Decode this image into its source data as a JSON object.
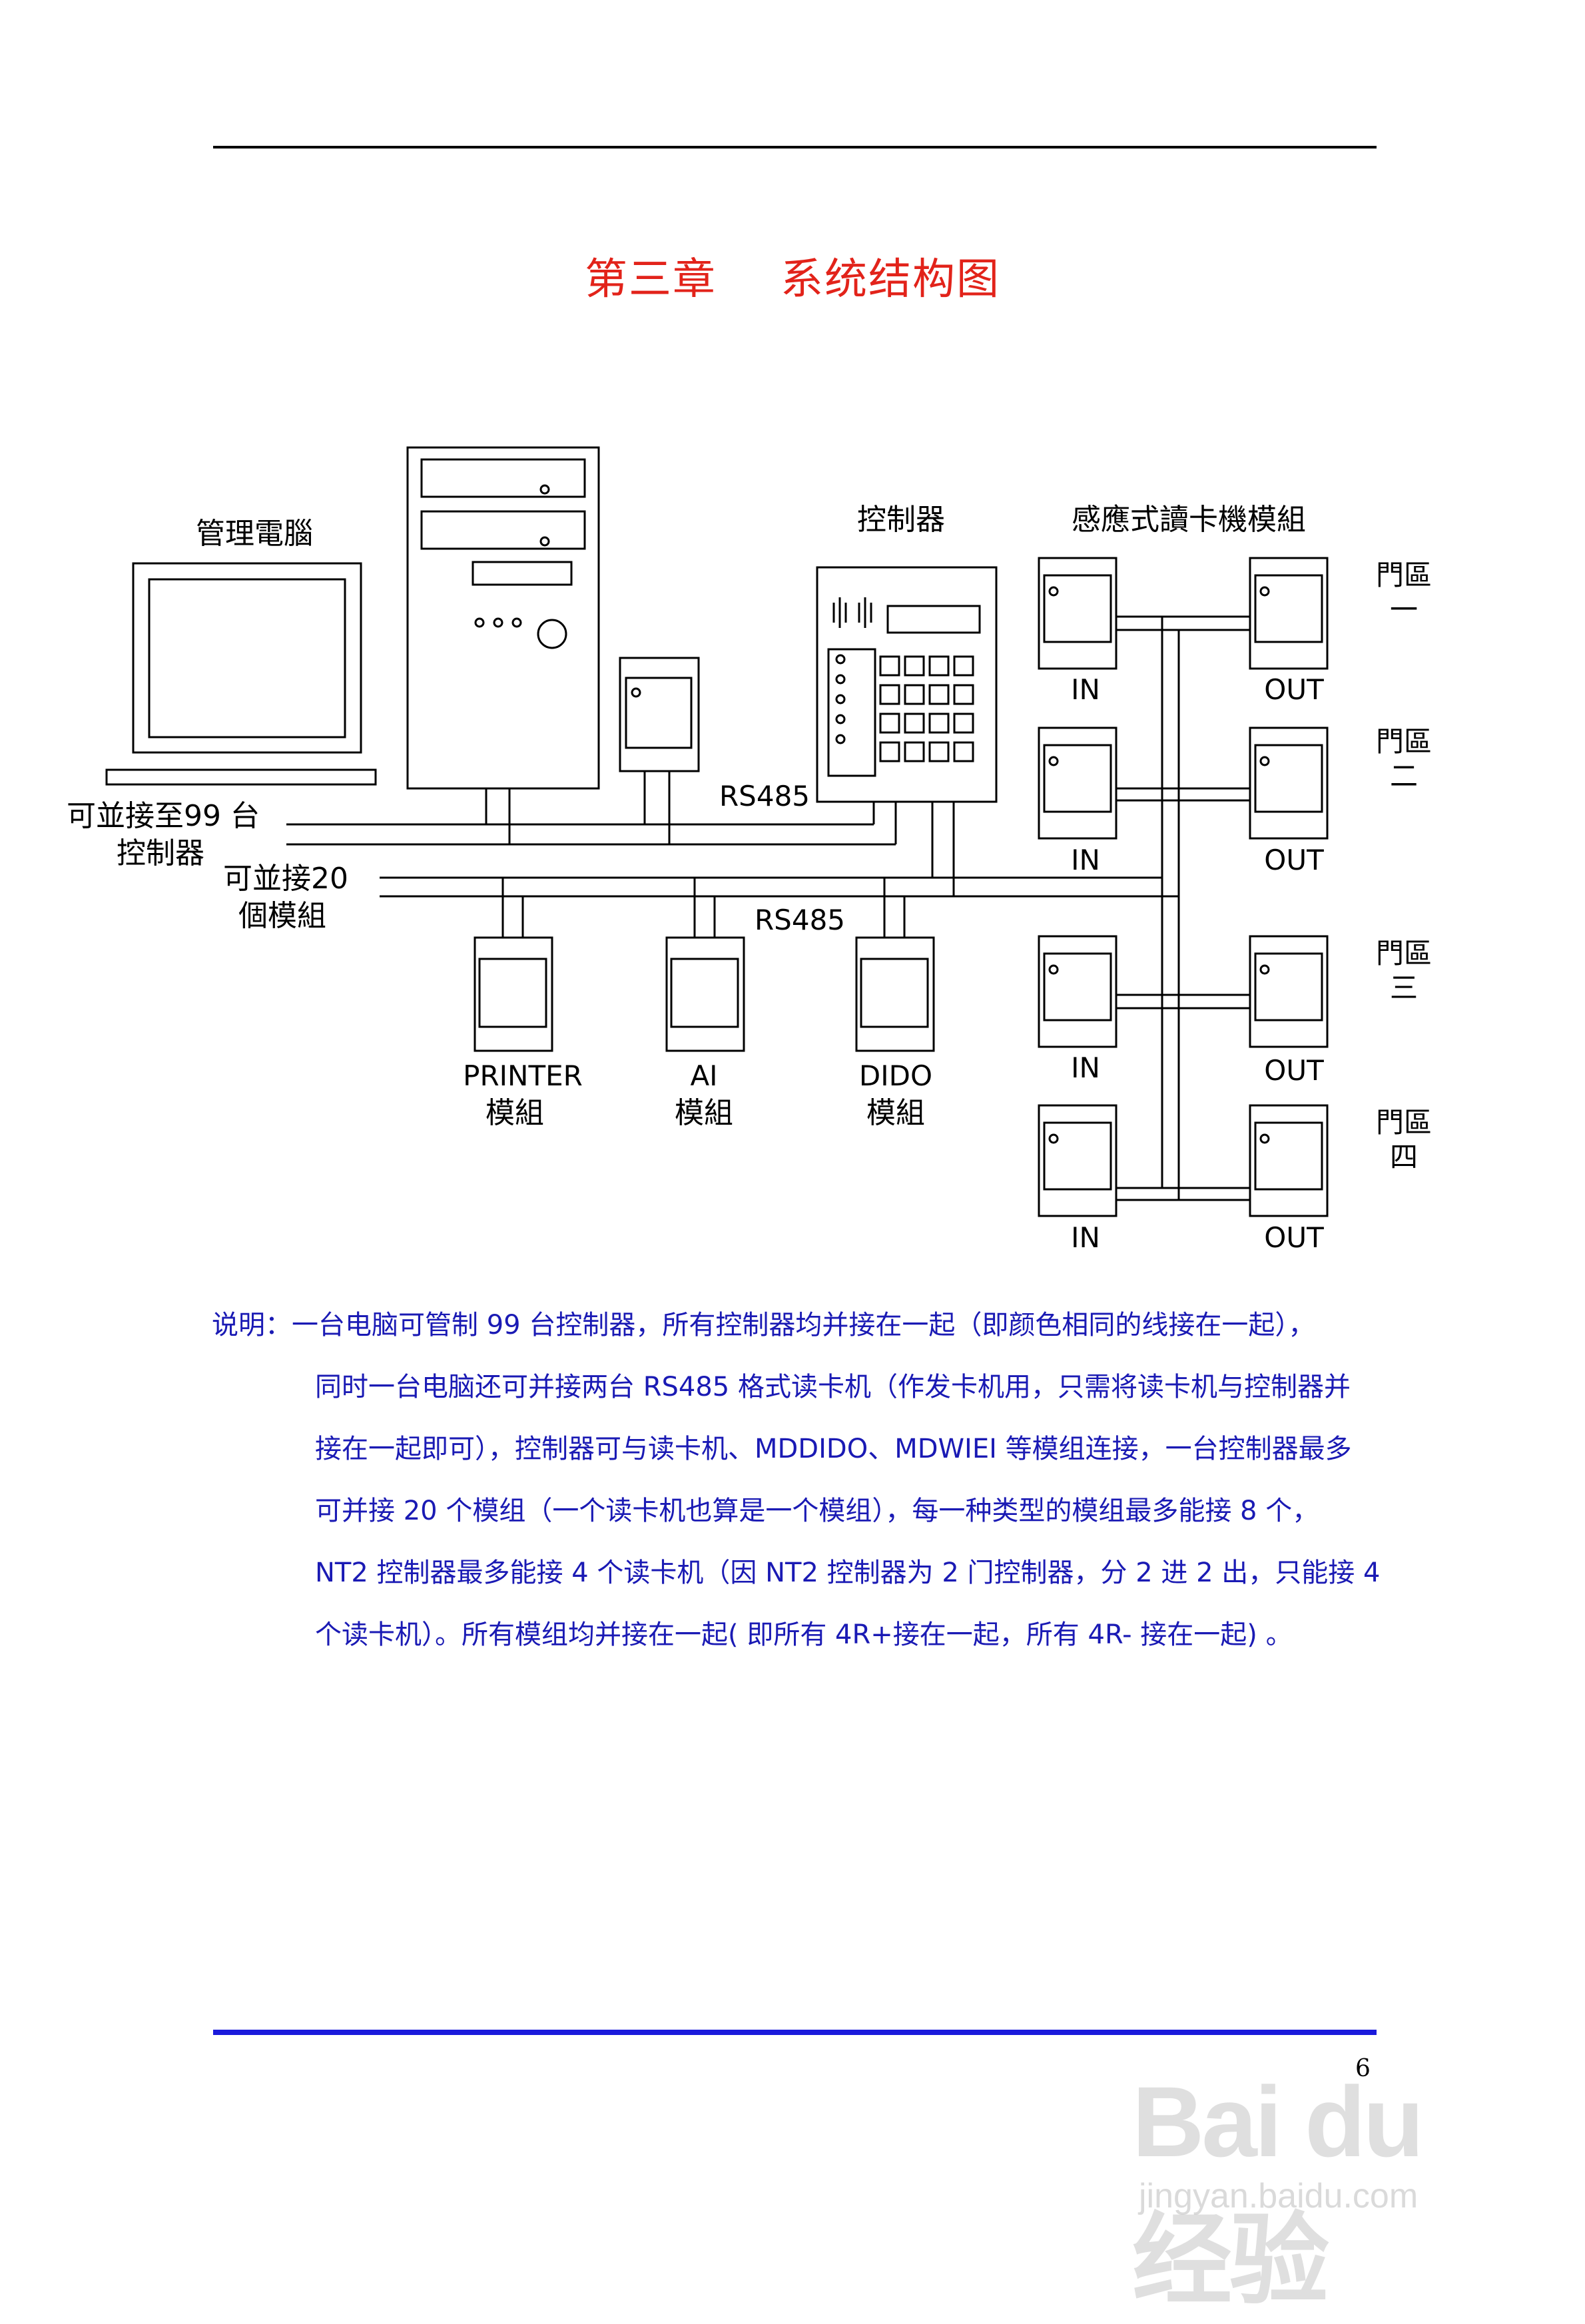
{
  "header": {
    "chapter": "第三章",
    "title": "系统结构图"
  },
  "diagram": {
    "computer_label": "管理電腦",
    "controller_label": "控制器",
    "reader_module_label": "感應式讀卡機模組",
    "left_label_1a": "可並接至99 台",
    "left_label_1b": "控制器",
    "left_label_2a": "可並接20",
    "left_label_2b": "個模組",
    "rs485_top": "RS485",
    "rs485_bottom": "RS485",
    "modules": [
      {
        "name": "PRINTER",
        "sub": "模組"
      },
      {
        "name": "AI",
        "sub": "模組"
      },
      {
        "name": "DIDO",
        "sub": "模組"
      }
    ],
    "door_zones": [
      {
        "line1": "門區",
        "line2": "一",
        "in": "IN",
        "out": "OUT"
      },
      {
        "line1": "門區",
        "line2": "二",
        "in": "IN",
        "out": "OUT"
      },
      {
        "line1": "門區",
        "line2": "三",
        "in": "IN",
        "out": "OUT"
      },
      {
        "line1": "門區",
        "line2": "四",
        "in": "IN",
        "out": "OUT"
      }
    ]
  },
  "description": {
    "lines": [
      "说明：一台电脑可管制 99 台控制器，所有控制器均并接在一起（即颜色相同的线接在一起），",
      "同时一台电脑还可并接两台 RS485 格式读卡机（作发卡机用，只需将读卡机与控制器并",
      "接在一起即可），控制器可与读卡机、MDDIDO、MDWIEI  等模组连接，一台控制器最多",
      "可并接 20 个模组（一个读卡机也算是一个模组），每一种类型的模组最多能接 8 个，",
      "NT2 控制器最多能接 4 个读卡机（因 NT2 控制器为 2 门控制器，分 2 进 2 出，只能接 4",
      "个读卡机）。所有模组均并接在一起( 即所有 4R+接在一起，所有 4R- 接在一起) 。"
    ]
  },
  "footer": {
    "page_number": "6"
  },
  "watermark": {
    "logo": "Bai du 经验",
    "url": "jingyan.baidu.com"
  },
  "colors": {
    "title": "#e2231a",
    "description": "#1a1ab4",
    "bottom_rule": "#1a1adc"
  }
}
